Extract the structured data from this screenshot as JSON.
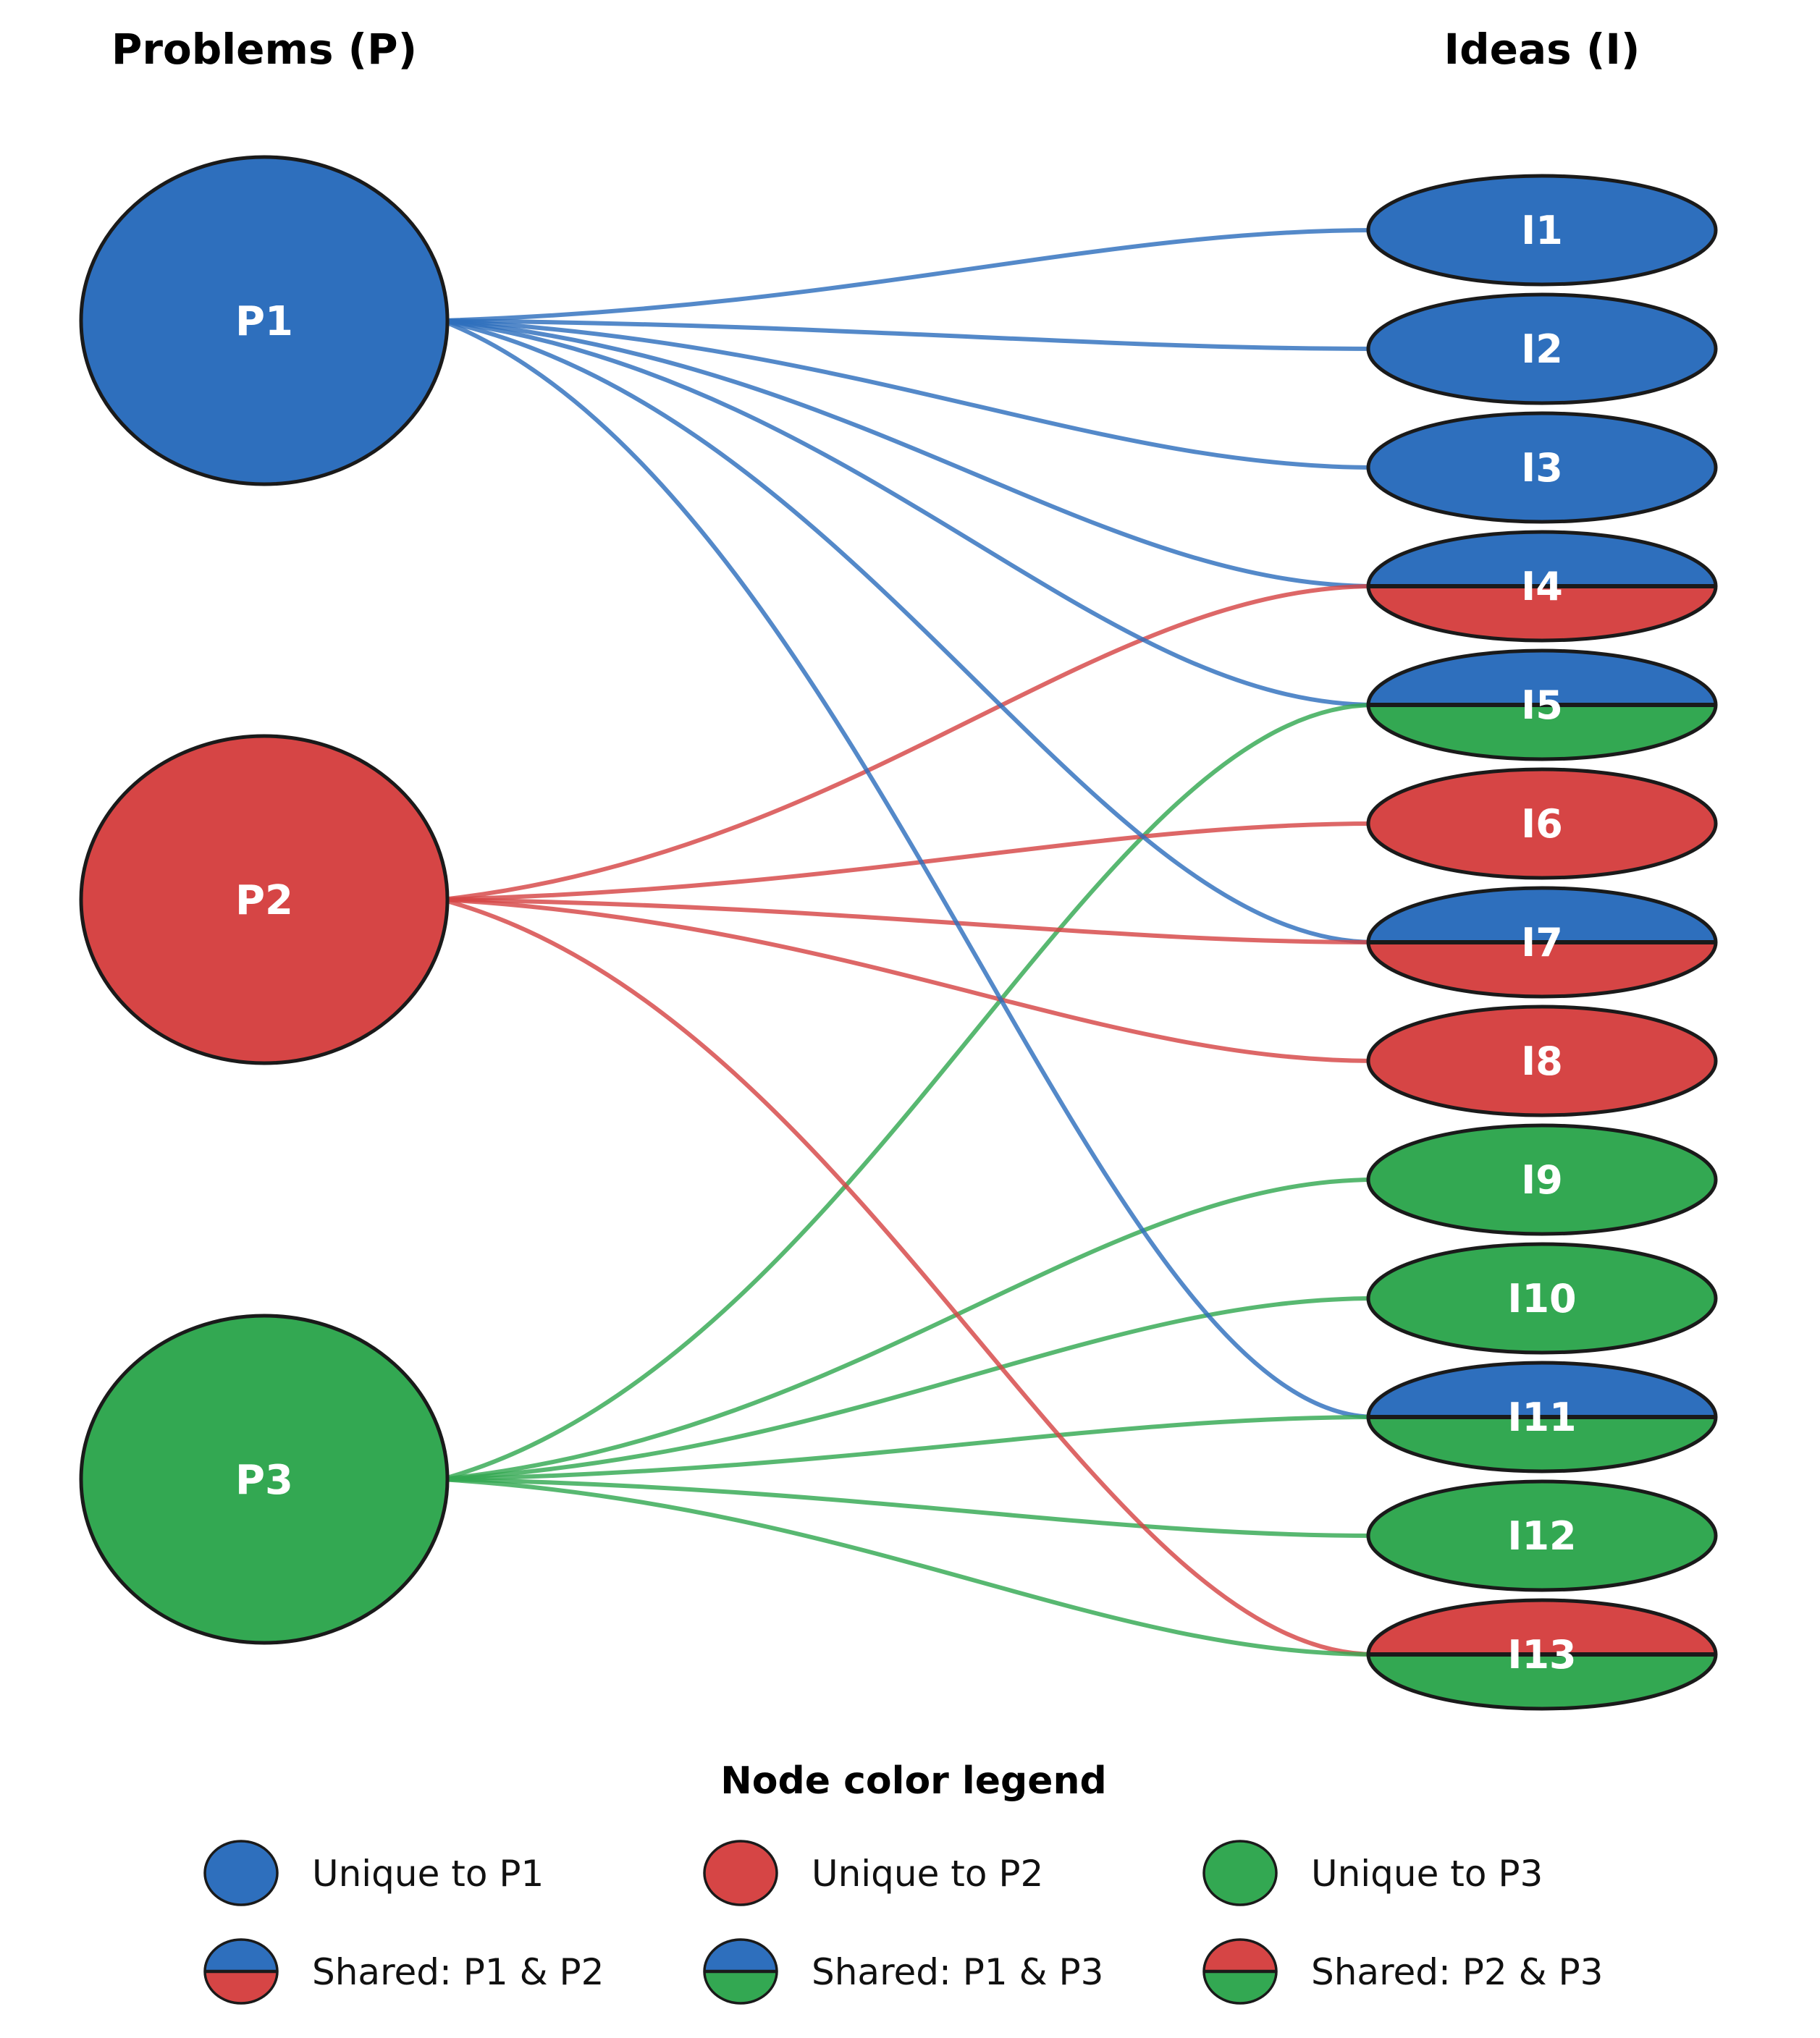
{
  "headings": {
    "problems": "Problems (P)",
    "ideas": "Ideas (I)"
  },
  "colors": {
    "P1": "#2e6fbd",
    "P2": "#d64545",
    "P3": "#33a852",
    "outline": "#1a1a1a"
  },
  "problems": [
    {
      "id": "P1",
      "label": "P1"
    },
    {
      "id": "P2",
      "label": "P2"
    },
    {
      "id": "P3",
      "label": "P3"
    }
  ],
  "ideas": [
    {
      "id": "I1",
      "label": "I1",
      "owners": [
        "P1"
      ]
    },
    {
      "id": "I2",
      "label": "I2",
      "owners": [
        "P1"
      ]
    },
    {
      "id": "I3",
      "label": "I3",
      "owners": [
        "P1"
      ]
    },
    {
      "id": "I4",
      "label": "I4",
      "owners": [
        "P1",
        "P2"
      ]
    },
    {
      "id": "I5",
      "label": "I5",
      "owners": [
        "P1",
        "P3"
      ]
    },
    {
      "id": "I6",
      "label": "I6",
      "owners": [
        "P2"
      ]
    },
    {
      "id": "I7",
      "label": "I7",
      "owners": [
        "P1",
        "P2"
      ]
    },
    {
      "id": "I8",
      "label": "I8",
      "owners": [
        "P2"
      ]
    },
    {
      "id": "I9",
      "label": "I9",
      "owners": [
        "P3"
      ]
    },
    {
      "id": "I10",
      "label": "I10",
      "owners": [
        "P3"
      ]
    },
    {
      "id": "I11",
      "label": "I11",
      "owners": [
        "P1",
        "P3"
      ]
    },
    {
      "id": "I12",
      "label": "I12",
      "owners": [
        "P3"
      ]
    },
    {
      "id": "I13",
      "label": "I13",
      "owners": [
        "P2",
        "P3"
      ]
    }
  ],
  "legend": {
    "title": "Node color legend",
    "items": [
      {
        "label": "Unique to P1",
        "owners": [
          "P1"
        ]
      },
      {
        "label": "Unique to P2",
        "owners": [
          "P2"
        ]
      },
      {
        "label": "Unique to P3",
        "owners": [
          "P3"
        ]
      },
      {
        "label": "Shared: P1 & P2",
        "owners": [
          "P1",
          "P2"
        ]
      },
      {
        "label": "Shared: P1 & P3",
        "owners": [
          "P1",
          "P3"
        ]
      },
      {
        "label": "Shared: P2 & P3",
        "owners": [
          "P2",
          "P3"
        ]
      }
    ]
  }
}
